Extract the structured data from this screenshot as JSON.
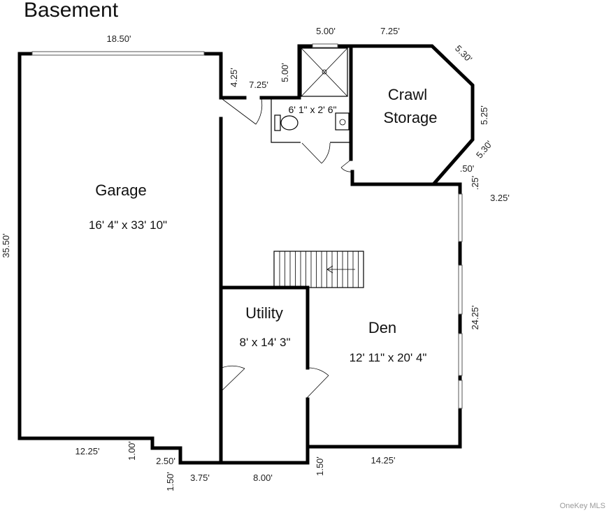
{
  "title": "Basement",
  "credit": "OneKey MLS",
  "rooms": {
    "garage": {
      "name": "Garage",
      "size": "16' 4\" x 33' 10\""
    },
    "utility": {
      "name": "Utility",
      "size": "8' x 14' 3\""
    },
    "den": {
      "name": "Den",
      "size": "12' 11\" x 20' 4\""
    },
    "crawl": {
      "name_line1": "Crawl",
      "name_line2": "Storage"
    },
    "bath": {
      "size": "6' 1\" x 2' 6\""
    }
  },
  "dimensions": {
    "top_garage": "18.50'",
    "left_garage": "35.50'",
    "upper_4_25": "4.25'",
    "upper_7_25_left": "7.25'",
    "upper_5_00_vert": "5.00'",
    "upper_5_00_top": "5.00'",
    "upper_7_25_top": "7.25'",
    "crawl_5_30_top": "5.30'",
    "crawl_5_25": "5.25'",
    "crawl_5_30_bottom": "5.30'",
    "crawl_0_50": ".50'",
    "crawl_0_25": ".25'",
    "den_3_25": "3.25'",
    "den_24_25": "24.25'",
    "bottom_12_25": "12.25'",
    "bottom_1_00": "1.00'",
    "bottom_2_50": "2.50'",
    "bottom_1_50_left": "1.50'",
    "bottom_3_75": "3.75'",
    "bottom_8_00": "8.00'",
    "bottom_1_50_right": "1.50'",
    "bottom_14_25": "14.25'"
  }
}
